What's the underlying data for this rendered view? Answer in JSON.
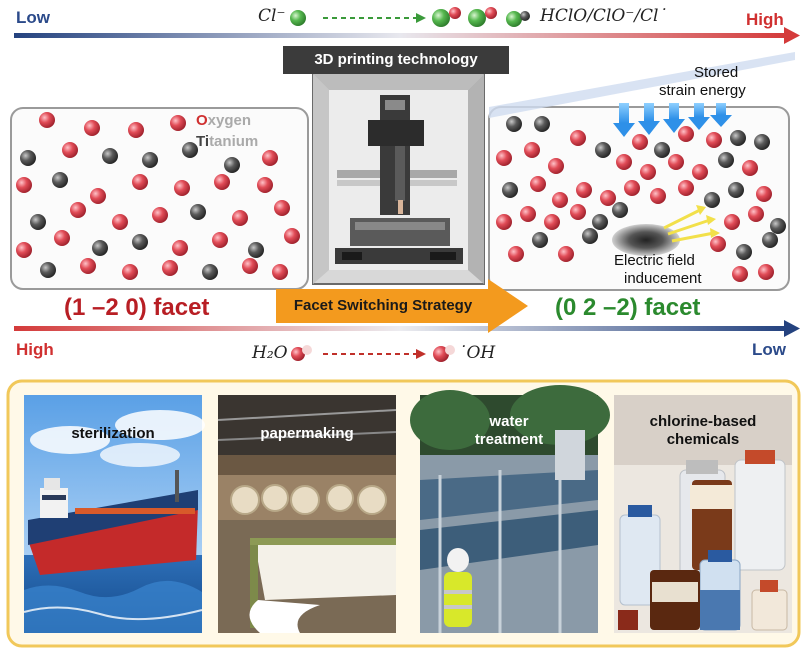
{
  "top_scale": {
    "low": "Low",
    "high": "High",
    "reactant": "Cl⁻",
    "product": "HClO/ClO⁻/Cl˙"
  },
  "bottom_scale": {
    "high": "High",
    "low": "Low",
    "reactant": "H₂O",
    "product": "˙OH"
  },
  "printer_title": "3D printing technology",
  "left_panel": {
    "legend_oxygen_initial": "O",
    "legend_oxygen_rest": "xygen",
    "legend_titanium_initial": "Ti",
    "legend_titanium_rest": "tanium"
  },
  "right_panel": {
    "strain_line1": "Stored",
    "strain_line2": "strain energy",
    "field_line1": "Electric field",
    "field_line2": "inducement"
  },
  "facets": {
    "left": "(1 –2 0) facet",
    "right": "(0 2 –2) facet",
    "strategy": "Facet Switching Strategy"
  },
  "applications": [
    {
      "line1": "sterilization",
      "line2": ""
    },
    {
      "line1": "papermaking",
      "line2": ""
    },
    {
      "line1": "water",
      "line2": "treatment"
    },
    {
      "line1": "chlorine-based",
      "line2": "chemicals"
    }
  ],
  "colors": {
    "oxygen": "#e04a55",
    "titanium": "#555555",
    "chlorine": "#4db84d",
    "low_blue": "#2b4a8a",
    "high_red": "#d03030",
    "strategy_orange": "#f39a1e",
    "frame_yellow": "#f1c85a"
  }
}
